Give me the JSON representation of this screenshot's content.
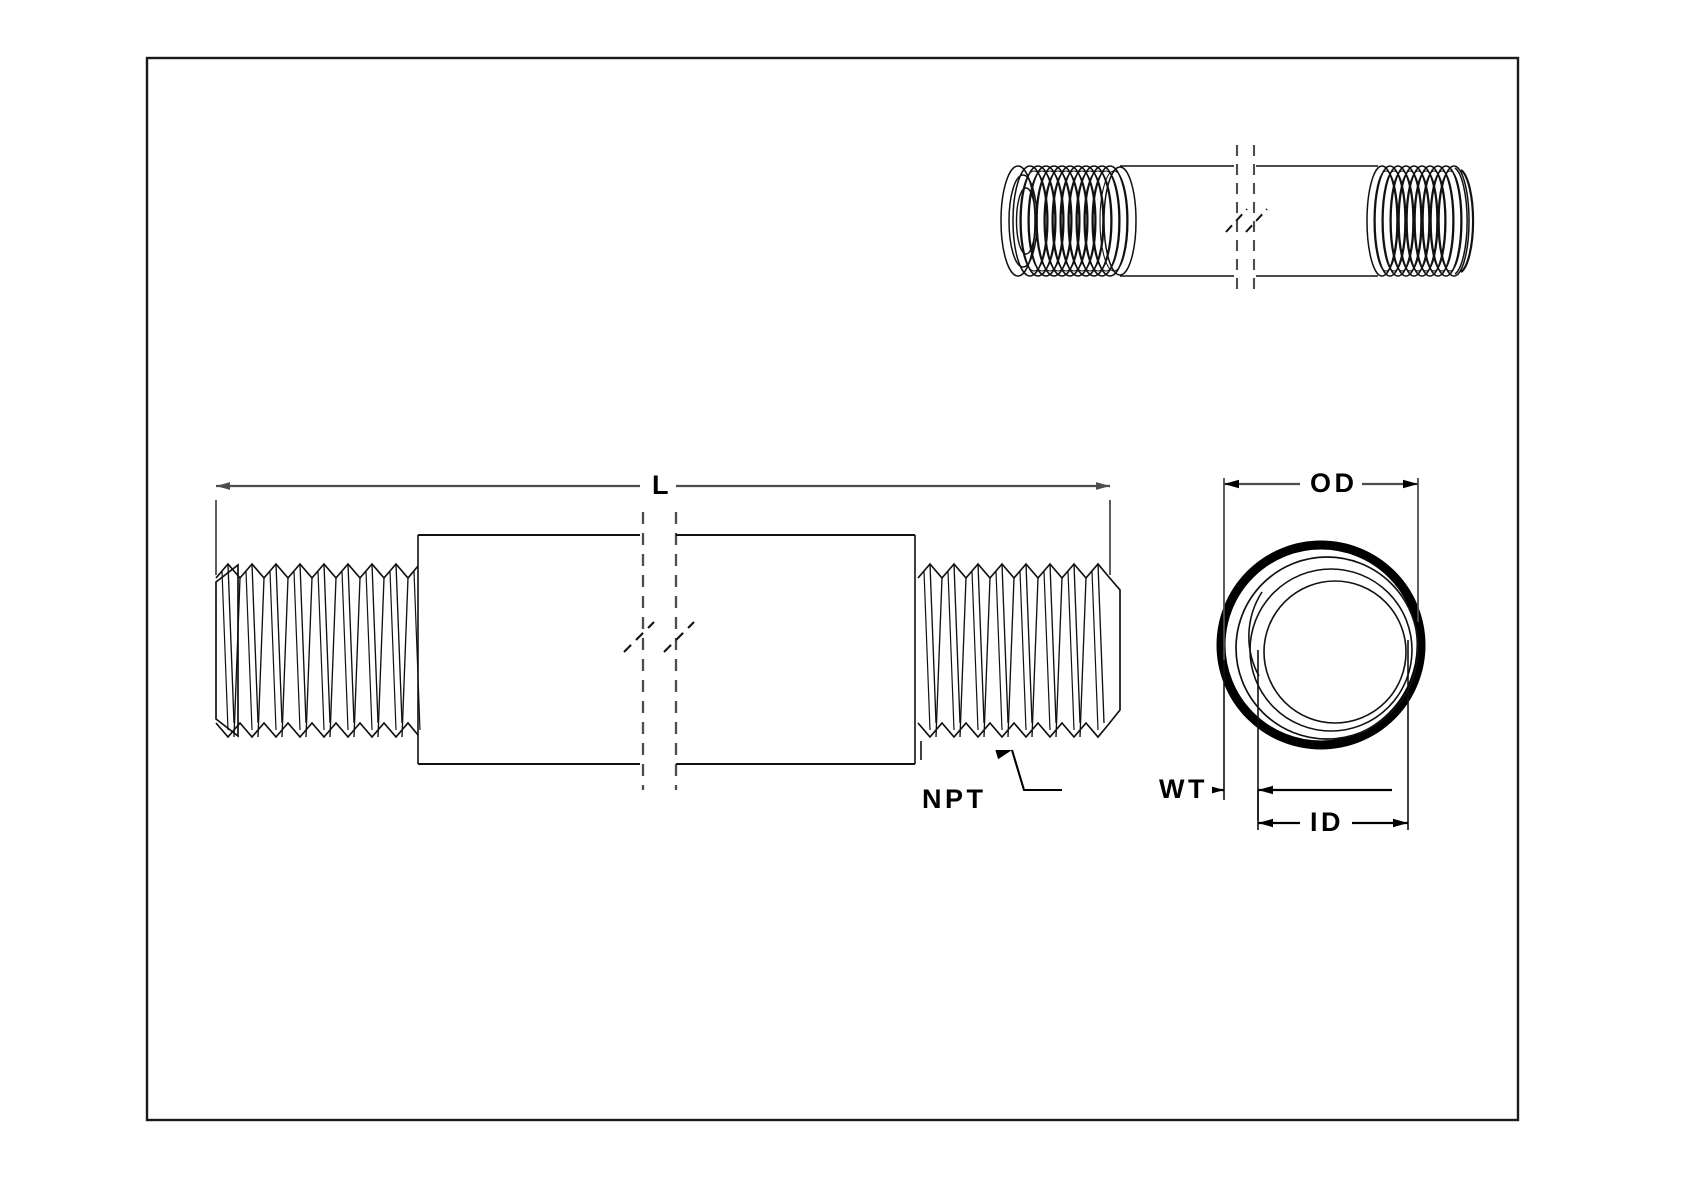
{
  "document": {
    "type": "engineering-drawing",
    "subject": "Threaded Pipe Nipple",
    "border_color": "#1a1a1a",
    "line_color": "#1a1a1a",
    "dimension_line_color": "#4d4d4d",
    "background_color": "#ffffff"
  },
  "views": {
    "isometric": {
      "name": "isometric-pipe-view",
      "description": "Small three-quarter isometric view of threaded pipe nipple with break"
    },
    "side": {
      "name": "side-elevation-view",
      "description": "Main side elevation of pipe nipple, threaded both ends, with break in middle"
    },
    "end": {
      "name": "end-section-view",
      "description": "End-on circular section view showing wall thickness"
    }
  },
  "labels": {
    "length": "L",
    "thread_spec": "NPT",
    "outer_diameter": "OD",
    "inner_diameter": "ID",
    "wall_thickness": "WT"
  },
  "dimensions": {
    "length": {
      "label": "L",
      "name": "length-dimension"
    },
    "outer_diameter": {
      "label": "OD",
      "name": "od-dimension"
    },
    "inner_diameter": {
      "label": "ID",
      "name": "id-dimension"
    },
    "wall_thickness": {
      "label": "WT",
      "name": "wt-dimension"
    }
  },
  "callouts": [
    {
      "label": "NPT",
      "name": "npt-callout",
      "target": "thread-profile"
    }
  ]
}
